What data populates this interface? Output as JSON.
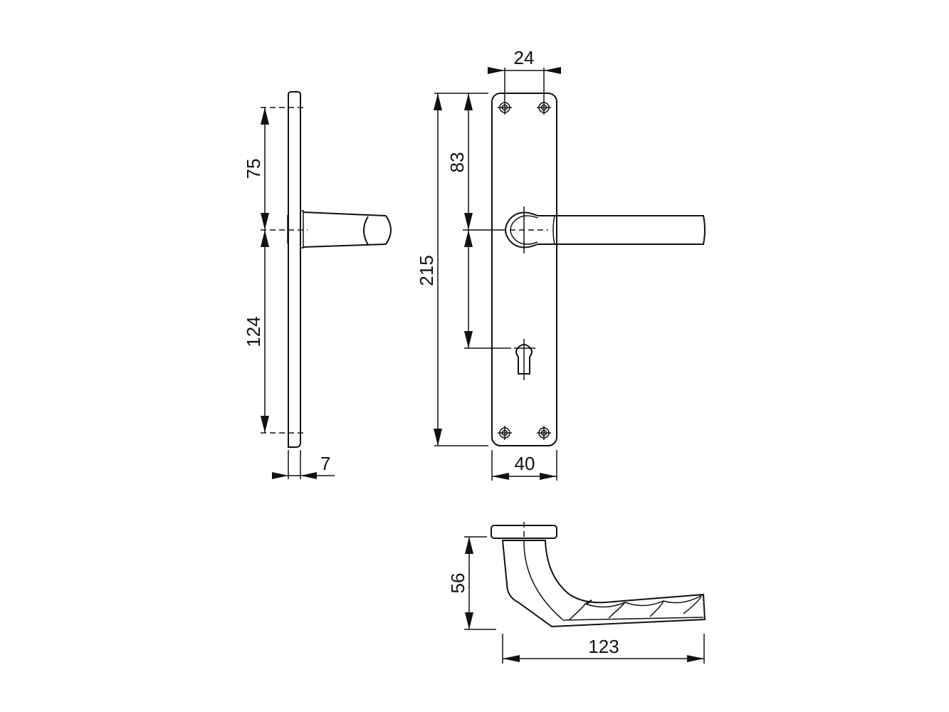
{
  "drawing": {
    "subject": "door lever handle on long backplate",
    "line_color": "#111111",
    "background": "#ffffff",
    "side_view": {
      "dim_top_to_handle": "75",
      "dim_handle_to_bottom": "124",
      "dim_plate_thickness": "7"
    },
    "front_view": {
      "dim_screw_spacing": "24",
      "dim_top_to_handle": "83",
      "dim_total_height": "215",
      "dim_plate_width": "40"
    },
    "top_view": {
      "dim_handle_height": "56",
      "dim_handle_length": "123"
    }
  }
}
